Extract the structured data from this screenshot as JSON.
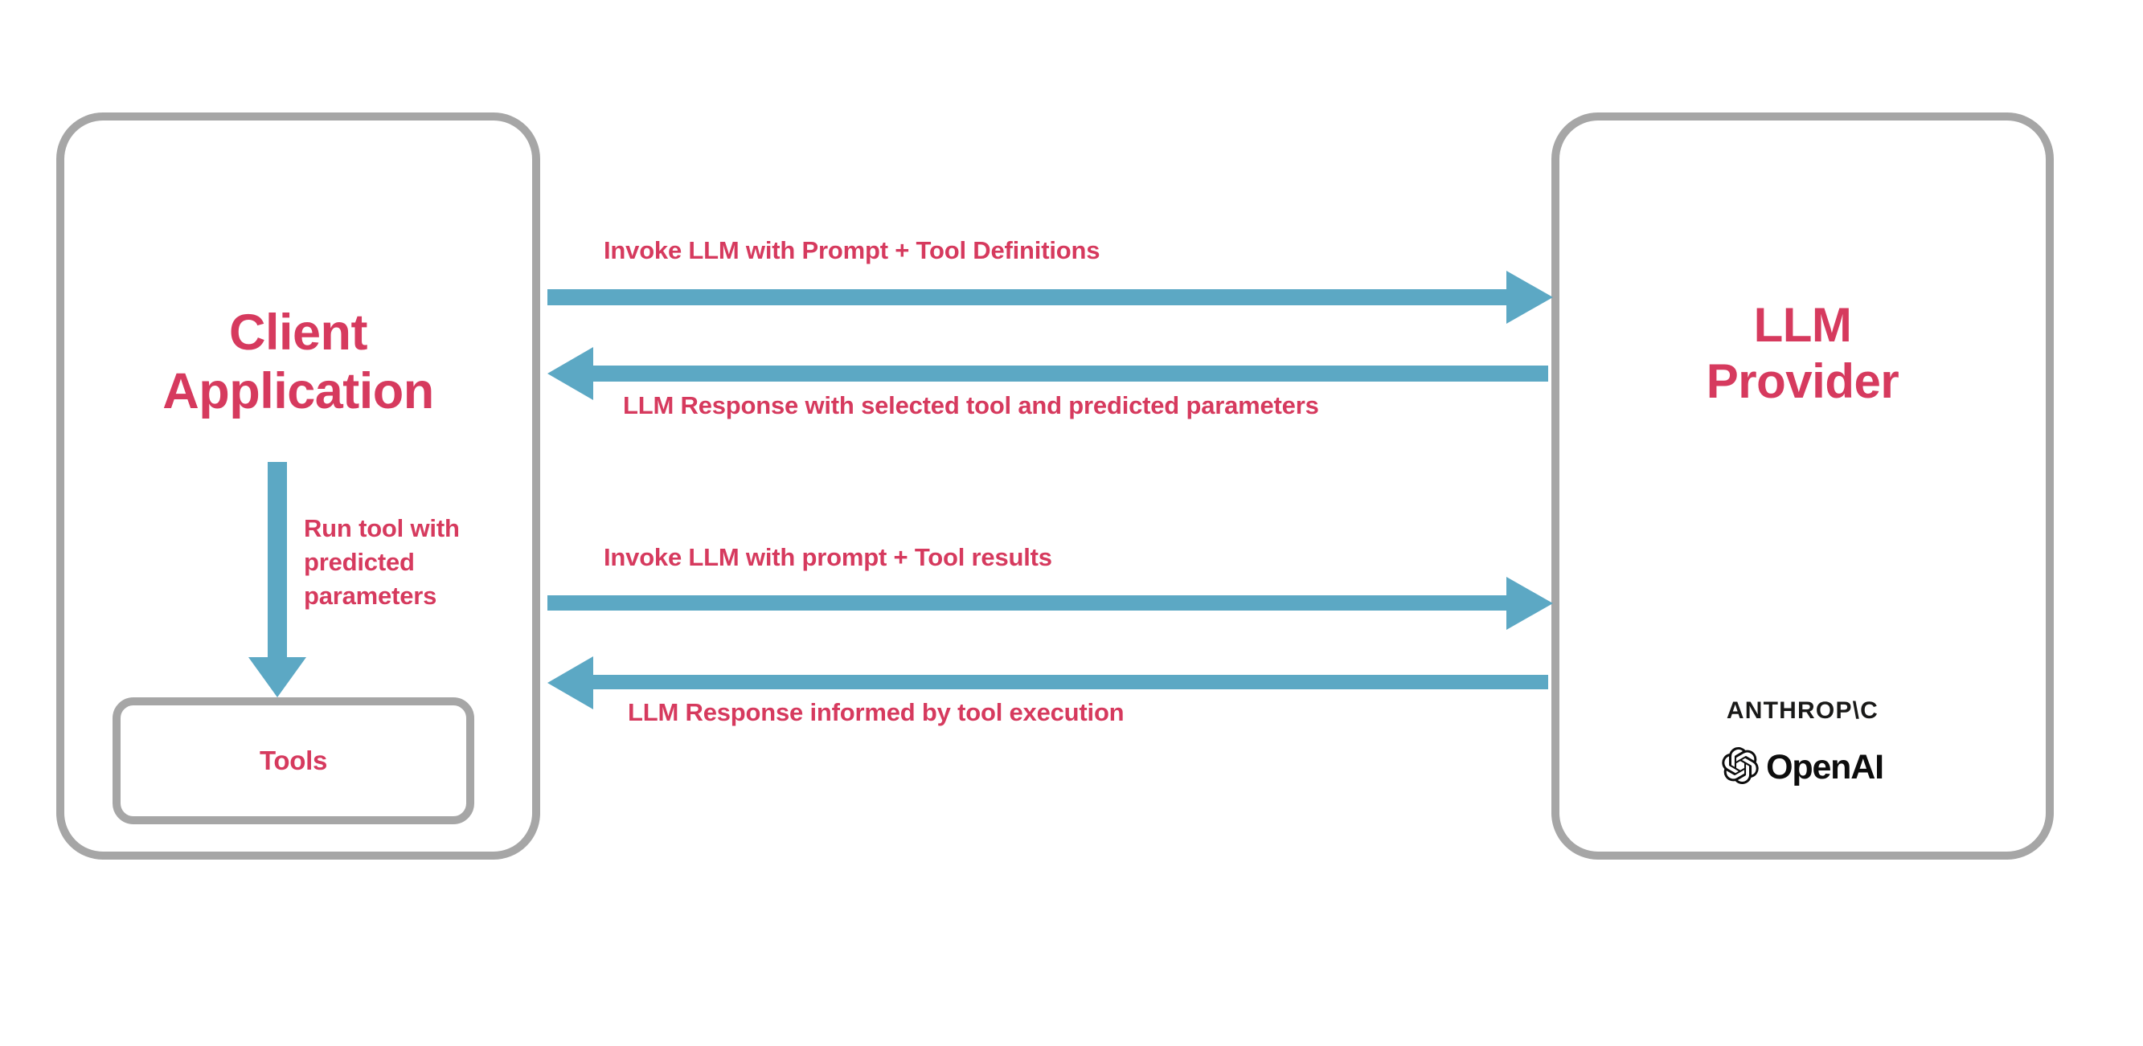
{
  "diagram": {
    "title_semantic": "llm-tool-calling-sequence",
    "colors": {
      "accent_text": "#d63a5e",
      "arrow": "#5ca8c4",
      "box_border": "#a6a6a6",
      "background": "#ffffff",
      "logo_text": "#0d0d0d"
    },
    "nodes": {
      "client": {
        "title": "Client\nApplication",
        "title_line_1": "Client",
        "title_line_2": "Application",
        "inner": {
          "tools_label": "Tools"
        }
      },
      "provider": {
        "title_line_1": "LLM",
        "title_line_2": "Provider",
        "logos": [
          {
            "name": "anthropic-logo",
            "text": "ANTHROP\\C"
          },
          {
            "name": "openai-logo",
            "text": "OpenAI"
          }
        ]
      }
    },
    "arrows": [
      {
        "id": "arrow-1",
        "label": "Invoke LLM with Prompt + Tool Definitions",
        "direction": "right",
        "from": "client",
        "to": "provider"
      },
      {
        "id": "arrow-2",
        "label": "LLM Response with selected tool and predicted parameters",
        "direction": "left",
        "from": "provider",
        "to": "client"
      },
      {
        "id": "arrow-3",
        "label": "Invoke LLM with prompt + Tool results",
        "direction": "right",
        "from": "client",
        "to": "provider"
      },
      {
        "id": "arrow-4",
        "label": "LLM Response informed by tool execution",
        "direction": "left",
        "from": "provider",
        "to": "client"
      },
      {
        "id": "arrow-vertical",
        "label": "Run tool with predicted parameters",
        "direction": "down",
        "from": "client",
        "to": "tools"
      }
    ]
  }
}
